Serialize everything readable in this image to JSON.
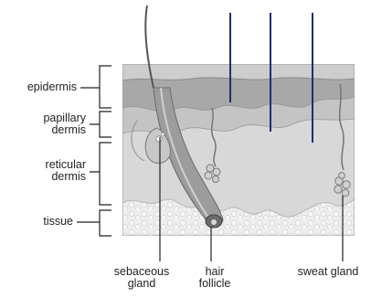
{
  "diagram": {
    "layers": {
      "epidermis": "epidermis",
      "papillary_dermis": [
        "papillary",
        "dermis"
      ],
      "reticular_dermis": [
        "reticular",
        "dermis"
      ],
      "tissue": "tissue"
    },
    "structures": {
      "sebaceous_gland": [
        "sebaceous",
        "gland"
      ],
      "hair_follicle": [
        "hair",
        "follicle"
      ],
      "sweat_gland": "sweat gland"
    },
    "colors": {
      "epidermis_top": "#c9c9c9",
      "epidermis_band": "#a9a9a9",
      "dermis": "#d6d6d6",
      "tissue": "#ececec",
      "hair": "#555555",
      "indicator_lines": "#1f2f6a",
      "outline": "#8a8a8a"
    }
  }
}
